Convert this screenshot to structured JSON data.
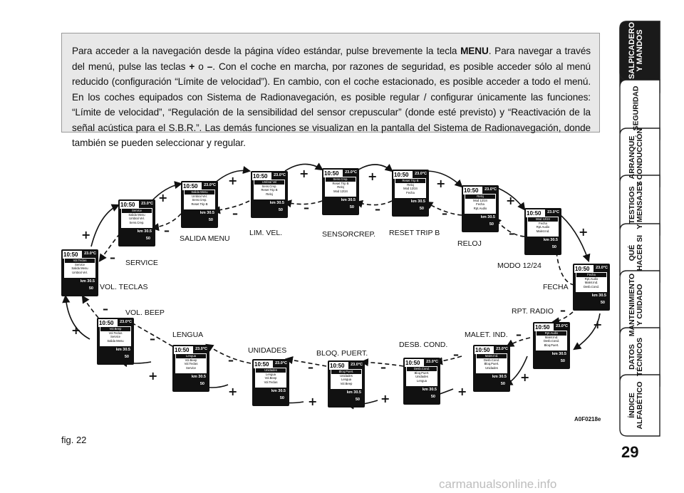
{
  "intro_text": {
    "p1": "Para acceder a la navegación desde la página vídeo estándar, pulse brevemente la tecla ",
    "menu_key": "MENU",
    "p2": ". Para navegar a través del menú, pulse las teclas ",
    "plus": "+",
    "o": " o ",
    "minus": "–",
    "p3": ". Con el coche en marcha, por razones de seguridad, es posible acceder sólo al menú reducido (configuración “Límite de velocidad”). En cambio, con el coche estacionado, es posible acceder a todo el menú. En los coches equipados con Sistema de Radionavegación, es posible regular / configurar únicamente las funciones: “Límite de velocidad”, “Regulación de la sensibilidad del sensor crepuscular” (donde esté previsto) y “Reactivación de la señal acústica para el S.B.R.”. Las demás funciones se visualizan en la pantalla del Sistema de Radionavegación, donde también se pueden seleccionar y regular."
  },
  "display_common": {
    "time": "10:50",
    "temp": "23.0°C",
    "km": "km 30.5",
    "dist": "50"
  },
  "screens": [
    {
      "id": "vol-teclas",
      "label": "VOL. TECLAS",
      "items": [
        "Vol.Teclas",
        "Service",
        "Salida Menu",
        "Umbral Vel."
      ]
    },
    {
      "id": "service",
      "label": "SERVICE",
      "items": [
        "Service",
        "Salida Menu",
        "Umbral Vel.",
        "Sens.Crep."
      ]
    },
    {
      "id": "salida-menu",
      "label": "SALIDA MENU",
      "items": [
        "Salida Menu",
        "Umbral Vel.",
        "Sens.Crep.",
        "Reset Trip B"
      ]
    },
    {
      "id": "lim-vel",
      "label": "LIM. VEL.",
      "items": [
        "Umbral Vel",
        "Sens.Crep.",
        "Reset Trip B",
        "Reloj"
      ]
    },
    {
      "id": "sensorcrep",
      "label": "SENSORCREP.",
      "items": [
        "Sens.Crep.",
        "Reset Trip B",
        "Reloj",
        "Mod 12/24"
      ]
    },
    {
      "id": "reset-trip-b",
      "label": "RESET TRIP B",
      "items": [
        "Reset Trip B",
        "Reloj",
        "Mod 12/24",
        "Fecha"
      ]
    },
    {
      "id": "reloj",
      "label": "RELOJ",
      "items": [
        "Reloj",
        "Mod 12/24",
        "Fecha",
        "Rpt.Audio"
      ]
    },
    {
      "id": "modo-1224",
      "label": "MODO 12/24",
      "items": [
        "Mod 12/24",
        "Fecha",
        "Rpt.Audio",
        "Malet.Ind."
      ]
    },
    {
      "id": "fecha",
      "label": "FECHA",
      "items": [
        "Fecha",
        "Rpt.Audio",
        "Malet.Ind.",
        "Desb.Cond."
      ]
    },
    {
      "id": "rpt-radio",
      "label": "RPT. RADIO",
      "items": [
        "Rpt.Audio",
        "Malet.Ind.",
        "Desb.Cond.",
        "Bloq.Puert."
      ]
    },
    {
      "id": "malet-ind",
      "label": "MALET.   IND.",
      "items": [
        "Malet.Ind.",
        "Desb.Cond.",
        "Bloq.Puert.",
        "Unidades"
      ]
    },
    {
      "id": "desb-cond",
      "label": "DESB. COND.",
      "items": [
        "Desb.Cond.",
        "Bloq.Puert.",
        "Unidades",
        "Lengua"
      ]
    },
    {
      "id": "bloq-puert",
      "label": "BLOQ. PUERT.",
      "items": [
        "Bloq.Puert.",
        "Unidades",
        "Lengua",
        "Vol.Beep"
      ]
    },
    {
      "id": "unidades",
      "label": "UNIDADES",
      "items": [
        "Unidades",
        "Lengua",
        "Vol.Beep",
        "Vol.Teclas"
      ]
    },
    {
      "id": "lengua",
      "label": "LENGUA",
      "items": [
        "Lengua",
        "Vol.Beep",
        "Vol.Teclas",
        "Service"
      ]
    },
    {
      "id": "vol-beep",
      "label": "VOL. BEEP",
      "items": [
        "Vol.Beep",
        "Vol.Teclas",
        "Service",
        "Salida Menu"
      ]
    }
  ],
  "signs": {
    "plus": "+",
    "minus": "–"
  },
  "figure_ref": "A0F0218e",
  "figure_caption": "fig. 22",
  "sidebar": {
    "tabs": [
      "SALPICADERO\nY MANDOS",
      "SEGURIDAD",
      "ARRANQUE\nY CONDUCCIÓN",
      "TESTIGOS\nY MENSAJES",
      "QUÉ\nHACER SI",
      "MANTENIMIENTO\nY CUIDADO",
      "DATOS\nTÉCNICOS",
      "ÍNDICE\nALFABÉTICO"
    ],
    "active_index": 0
  },
  "page_number": "29",
  "watermark": "carmanualsonline.info"
}
